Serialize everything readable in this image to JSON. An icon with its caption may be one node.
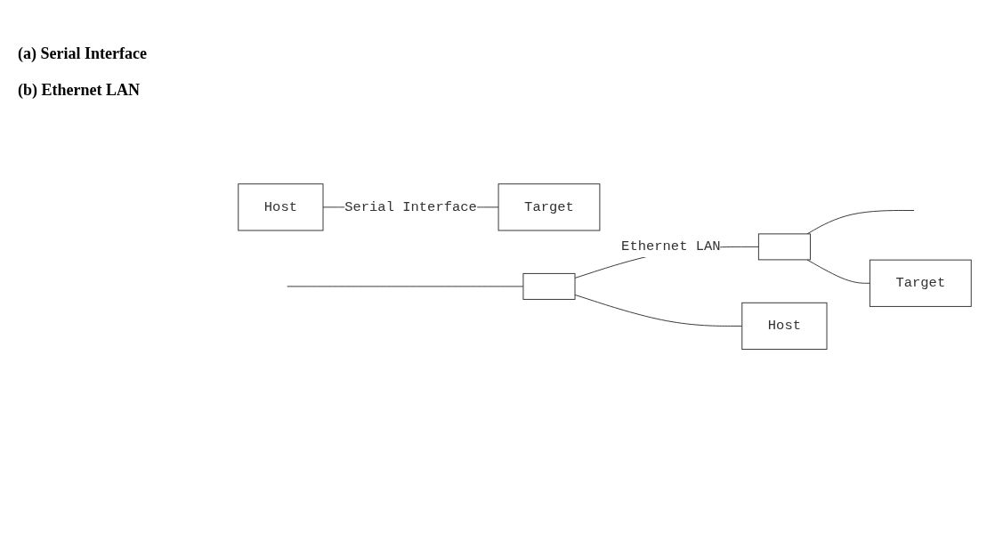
{
  "diagram": {
    "nodes": [
      {
        "text": [
          "Host"
        ]
      },
      {
        "text": [
          "Target"
        ]
      },
      {
        "text": [],
        "shape": "box"
      },
      {
        "text": [],
        "shape": "box"
      },
      {
        "text": [
          "Host"
        ]
      },
      {
        "text": [
          "Target"
        ]
      }
    ],
    "edges": [
      {
        "from": 0,
        "to": 1,
        "arrow": "none",
        "label": "Serial Interface"
      },
      {
        "from": null,
        "to": 2,
        "arrow": "none"
      },
      {
        "from": 2,
        "to": 3,
        "arrow": "none",
        "label": "Ethernet LAN"
      },
      {
        "from": 3,
        "to": null,
        "arrow": "none"
      },
      {
        "from": 2,
        "to": 4,
        "arrow": "none"
      },
      {
        "from": 3,
        "to": 5,
        "arrow": "none"
      }
    ],
    "labels": [
      "(a) Serial Interface",
      "(b) Ethernet LAN"
    ]
  }
}
